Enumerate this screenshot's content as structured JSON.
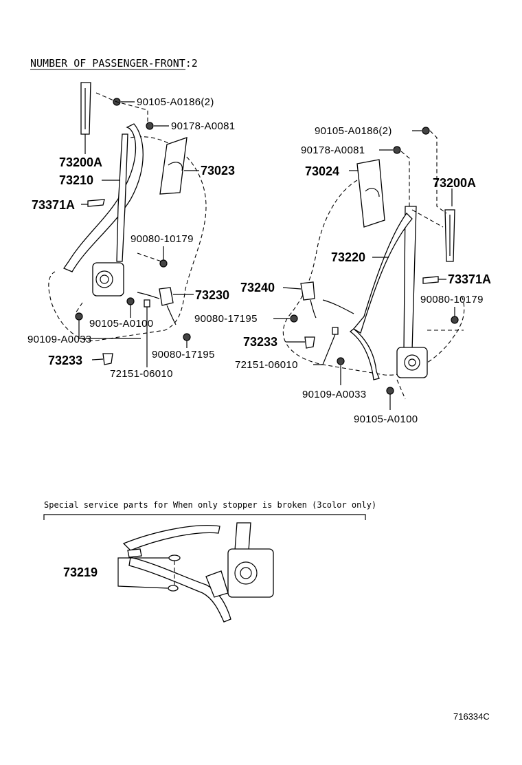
{
  "header": {
    "title": "NUMBER OF PASSENGER-FRONT:2"
  },
  "left_assembly": {
    "labels": {
      "adjuster_bolt": "90105-A0186(2)",
      "nut_top": "90178-A0081",
      "adjuster": "73200A",
      "belt": "73210",
      "cover": "73023",
      "stopper": "73371A",
      "bolt_mid": "90080-10179",
      "buckle": "73230",
      "bolt_retractor": "90105-A0100",
      "bolt_anchor": "90109-A0033",
      "cap": "73233",
      "nut_bottom": "90080-17195",
      "clip": "72151-06010"
    }
  },
  "right_assembly": {
    "labels": {
      "adjuster_bolt": "90105-A0186(2)",
      "nut_top": "90178-A0081",
      "cover": "73024",
      "adjuster": "73200A",
      "belt": "73220",
      "stopper": "73371A",
      "buckle": "73240",
      "bolt_mid": "90080-10179",
      "nut_bottom": "90080-17195",
      "cap": "73233",
      "clip": "72151-06010",
      "bolt_anchor": "90109-A0033",
      "bolt_retractor": "90105-A0100"
    }
  },
  "special_parts": {
    "note": "Special service parts for When only stopper is broken (3color only)",
    "label": "73219"
  },
  "footer": {
    "diagram_id": "716334C"
  }
}
